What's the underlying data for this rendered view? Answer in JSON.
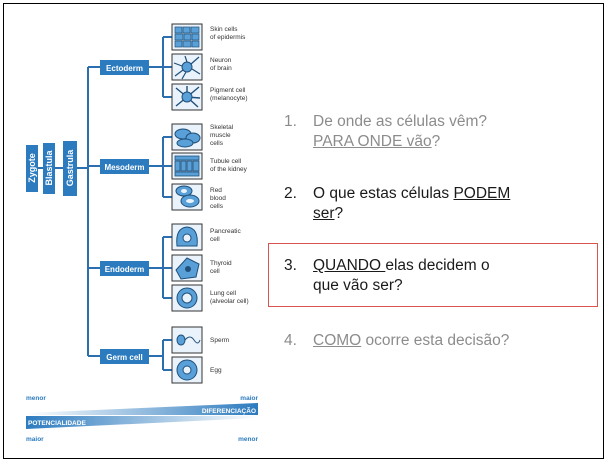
{
  "diagram": {
    "stages": [
      "Zygote",
      "Blastula",
      "Gastrula"
    ],
    "germ_layers": [
      {
        "label": "Ectoderm",
        "cells": [
          {
            "label": "Skin cells of epidermis",
            "lines": [
              "Skin cells",
              "of epidermis"
            ]
          },
          {
            "label": "Neuron of brain",
            "lines": [
              "Neuron",
              "of brain"
            ]
          },
          {
            "label": "Pigment cell (melanocyte)",
            "lines": [
              "Pigment cell",
              "(melanocyte)"
            ]
          }
        ]
      },
      {
        "label": "Mesoderm",
        "cells": [
          {
            "label": "Skeletal muscle cells",
            "lines": [
              "Skeletal",
              "muscle",
              "cells"
            ]
          },
          {
            "label": "Tubule cell of the kidney",
            "lines": [
              "Tubule cell",
              "of the kidney"
            ]
          },
          {
            "label": "Red blood cells",
            "lines": [
              "Red",
              "blood",
              "cells"
            ]
          }
        ]
      },
      {
        "label": "Endoderm",
        "cells": [
          {
            "label": "Pancreatic cell",
            "lines": [
              "Pancreatic",
              "cell"
            ]
          },
          {
            "label": "Thyroid cell",
            "lines": [
              "Thyroid",
              "cell"
            ]
          },
          {
            "label": "Lung cell (alveolar cell)",
            "lines": [
              "Lung cell",
              "(alveolar cell)"
            ]
          }
        ]
      },
      {
        "label": "Germ cell",
        "cells": [
          {
            "label": "Sperm",
            "lines": [
              "Sperm"
            ]
          },
          {
            "label": "Egg",
            "lines": [
              "Egg"
            ]
          }
        ]
      }
    ],
    "gradient": {
      "top_left": "menor",
      "top_right": "maior",
      "diff_label": "DIFERENCIAÇÃO",
      "pot_label": "POTENCIALIDADE",
      "bottom_left": "maior",
      "bottom_right": "menor"
    }
  },
  "questions": [
    {
      "number": "1.",
      "line1": "De onde as células vêm?",
      "line2_underlined": "PARA ONDE vão",
      "line2_suffix": "?"
    },
    {
      "number": "2.",
      "line1_prefix": "O que estas células ",
      "line1_underlined": "PODEM",
      "line2_underlined": "ser",
      "line2_suffix": "?"
    },
    {
      "number": "3.",
      "line1_underlined": "QUANDO ",
      "line1_suffix": "elas decidem o",
      "line2": "que vão ser?"
    },
    {
      "number": "4.",
      "line1_underlined": "COMO",
      "line1_suffix": " ocorre esta decisão?"
    }
  ],
  "colors": {
    "box_blue": "#2c7bbf",
    "line_blue": "#2c6fb0",
    "cell_blue": "#5aa0d8",
    "question_grey": "#8c8c8c",
    "highlight_red": "#d9534f"
  }
}
